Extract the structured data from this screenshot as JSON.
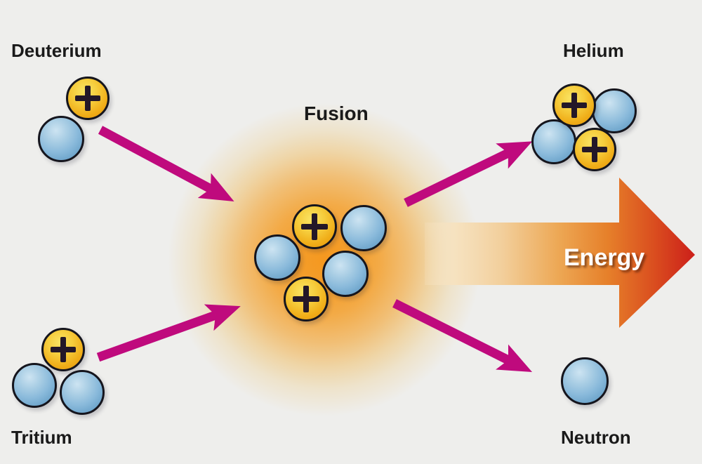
{
  "diagram": {
    "title": "Fusion",
    "description_labels": {
      "deuterium": "Deuterium",
      "tritium": "Tritium",
      "fusion": "Fusion",
      "helium": "Helium",
      "neutron": "Neutron",
      "energy": "Energy"
    },
    "particles": {
      "deuterium": {
        "protons": 1,
        "neutrons": 1
      },
      "tritium": {
        "protons": 1,
        "neutrons": 2
      },
      "fusion_core": {
        "protons": 2,
        "neutrons": 3
      },
      "helium": {
        "protons": 2,
        "neutrons": 2
      },
      "free_neutron": {
        "protons": 0,
        "neutrons": 1
      }
    },
    "colors": {
      "arrow_magenta": "#bf0a7d",
      "proton_fill": "#f3b82a",
      "neutron_fill": "#8fbedd",
      "glow_orange": "#f5981f",
      "energy_arrow_red": "#cc1f1a",
      "energy_arrow_pale": "#f6e2c0",
      "label_text": "#1a1a1a",
      "background": "#eeeeec"
    }
  }
}
